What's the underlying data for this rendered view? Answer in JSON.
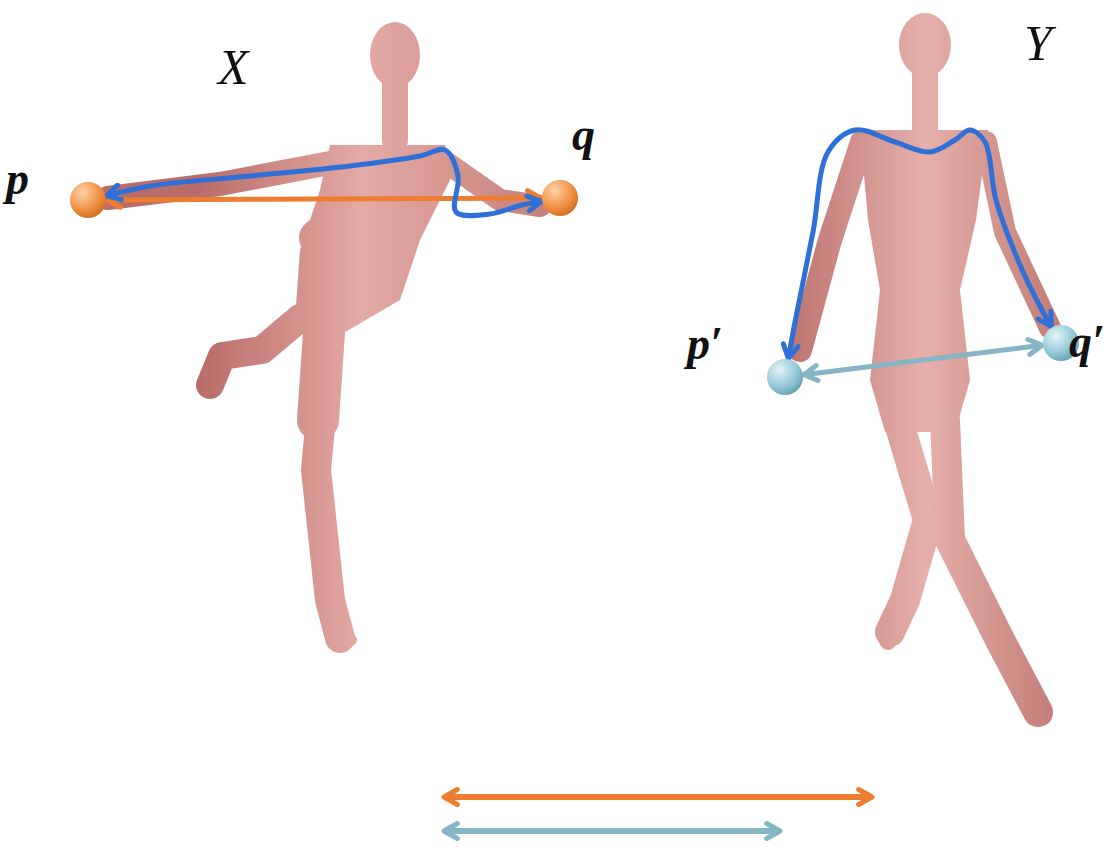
{
  "diagram": {
    "nodes": [
      {
        "text": [
          "p"
        ]
      },
      {
        "text": [
          "q"
        ]
      },
      {
        "text": [
          "p′"
        ]
      },
      {
        "text": [
          "q′"
        ]
      }
    ],
    "edges": [
      {
        "from": 0,
        "to": 1,
        "arrow": "both"
      },
      {
        "from": 0,
        "to": 1,
        "arrow": "both"
      },
      {
        "from": 2,
        "to": 3,
        "arrow": "both"
      },
      {
        "from": 2,
        "to": 3,
        "arrow": "both"
      }
    ],
    "labels": [
      "X",
      "Y"
    ]
  }
}
